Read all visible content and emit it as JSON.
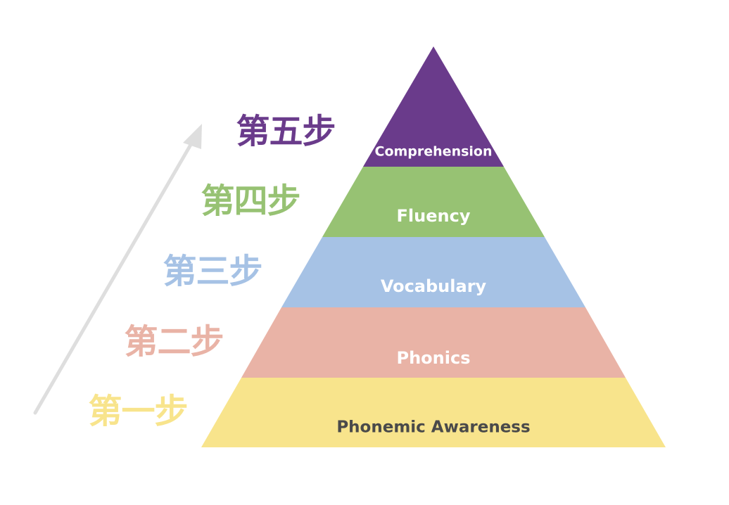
{
  "pyramid": {
    "tiers": [
      {
        "label": "Comprehension",
        "color": "#6a3b8b",
        "text_color": "#ffffff"
      },
      {
        "label": "Fluency",
        "color": "#97c273",
        "text_color": "#ffffff"
      },
      {
        "label": "Vocabulary",
        "color": "#a6c2e5",
        "text_color": "#ffffff"
      },
      {
        "label": "Phonics",
        "color": "#e9b3a6",
        "text_color": "#ffffff"
      },
      {
        "label": "Phonemic Awareness",
        "color": "#f8e48c",
        "text_color": "#4a4a4a"
      }
    ]
  },
  "steps": [
    {
      "label": "第五步",
      "color": "#6a3b8b"
    },
    {
      "label": "第四步",
      "color": "#97c273"
    },
    {
      "label": "第三步",
      "color": "#a6c2e5"
    },
    {
      "label": "第二步",
      "color": "#e9b3a6"
    },
    {
      "label": "第一步",
      "color": "#f8e48c"
    }
  ],
  "arrow": {
    "color": "#dedede"
  }
}
